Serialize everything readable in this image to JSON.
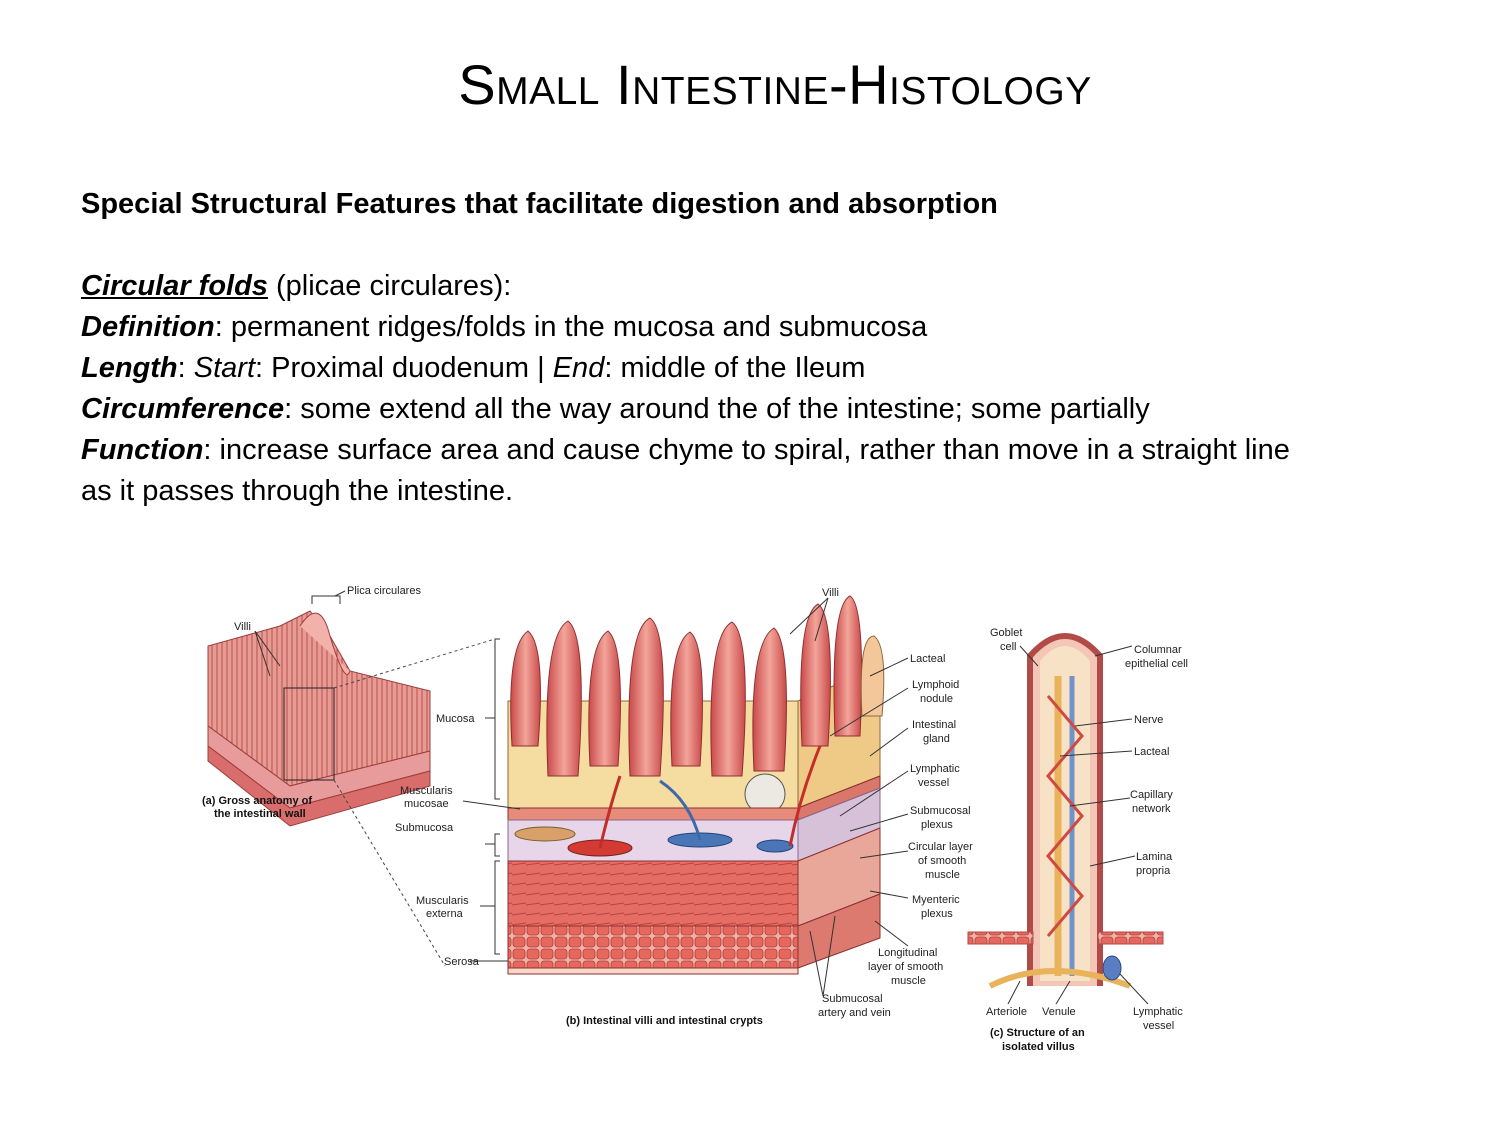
{
  "slide": {
    "title": "Small Intestine-Histology",
    "subheading": "Special Structural Features that facilitate digestion and absorption",
    "circular_folds": {
      "term": "Circular folds",
      "rest": " (plicae circulares):"
    },
    "definition": {
      "term": "Definition",
      "rest": ": permanent ridges/folds in the mucosa and submucosa"
    },
    "length": {
      "term": "Length",
      "colon": ": ",
      "start_label": "Start",
      "start_rest": ": Proximal duodenum | ",
      "end_label": "End",
      "end_rest": ": middle of the Ileum"
    },
    "circumference": {
      "term": "Circumference",
      "rest": ": some extend all the way around the of the intestine; some partially"
    },
    "function": {
      "term": "Function",
      "rest": ": increase surface area and cause chyme to spiral, rather than move in a straight line as it passes through the intestine."
    }
  },
  "figure": {
    "panel_a": {
      "caption_1": "(a) Gross anatomy of",
      "caption_2": "the intestinal wall",
      "labels": {
        "plica": "Plica circulares",
        "villi": "Villi"
      }
    },
    "panel_b": {
      "caption": "(b) Intestinal villi and intestinal crypts",
      "left_labels": {
        "mucosa": "Mucosa",
        "muscularis_mucosae_1": "Muscularis",
        "muscularis_mucosae_2": "mucosae",
        "submucosa": "Submucosa",
        "muscularis_externa_1": "Muscularis",
        "muscularis_externa_2": "externa",
        "serosa": "Serosa"
      },
      "right_labels": {
        "villi": "Villi",
        "lacteal": "Lacteal",
        "lymphoid_1": "Lymphoid",
        "lymphoid_2": "nodule",
        "gland_1": "Intestinal",
        "gland_2": "gland",
        "lymph_vessel_1": "Lymphatic",
        "lymph_vessel_2": "vessel",
        "sub_plexus_1": "Submucosal",
        "sub_plexus_2": "plexus",
        "circ_1": "Circular layer",
        "circ_2": "of smooth",
        "circ_3": "muscle",
        "myenteric_1": "Myenteric",
        "myenteric_2": "plexus",
        "long_1": "Longitudinal",
        "long_2": "layer of smooth",
        "long_3": "muscle",
        "art_1": "Submucosal",
        "art_2": "artery and vein"
      }
    },
    "panel_c": {
      "caption_1": "(c) Structure of an",
      "caption_2": "isolated villus",
      "labels": {
        "goblet_1": "Goblet",
        "goblet_2": "cell",
        "columnar_1": "Columnar",
        "columnar_2": "epithelial cell",
        "nerve": "Nerve",
        "lacteal": "Lacteal",
        "capillary_1": "Capillary",
        "capillary_2": "network",
        "lamina_1": "Lamina",
        "lamina_2": "propria",
        "arteriole": "Arteriole",
        "venule": "Venule",
        "lymph_1": "Lymphatic",
        "lymph_2": "vessel"
      }
    }
  }
}
